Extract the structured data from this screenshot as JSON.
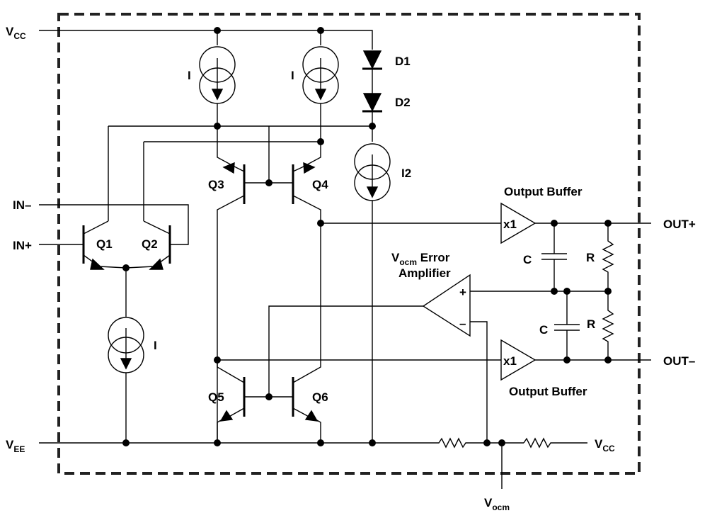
{
  "labels": {
    "vcc_left": {
      "main": "V",
      "sub": "CC"
    },
    "vee": {
      "main": "V",
      "sub": "EE"
    },
    "vcc_right": {
      "main": "V",
      "sub": "CC"
    },
    "vocm_pin": {
      "main": "V",
      "sub": "ocm"
    },
    "in_minus": "IN–",
    "in_plus": "IN+",
    "out_plus": "OUT+",
    "out_minus": "OUT–",
    "q1": "Q1",
    "q2": "Q2",
    "q3": "Q3",
    "q4": "Q4",
    "q5": "Q5",
    "q6": "Q6",
    "d1": "D1",
    "d2": "D2",
    "i_left": "I",
    "i_mid": "I",
    "i_bottom": "I",
    "i2": "I2",
    "buffer_top": "Output Buffer",
    "buffer_bottom": "Output Buffer",
    "buf_top_gain": "x1",
    "buf_bottom_gain": "x1",
    "error_amp_line1": {
      "main": "V",
      "sub": "ocm",
      "rest": " Error"
    },
    "error_amp_line2": "Amplifier",
    "amp_plus": "+",
    "amp_minus": "–",
    "c_top": "C",
    "c_bottom": "C",
    "r_top": "R",
    "r_bottom": "R"
  }
}
